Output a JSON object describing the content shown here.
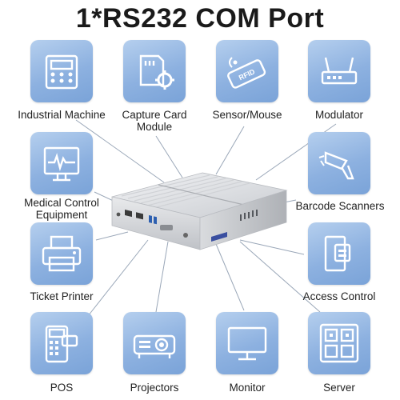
{
  "title": "1*RS232 COM Port",
  "colors": {
    "tile_top": "#b5cfee",
    "tile_bottom": "#7aa3d8",
    "icon": "#ffffff",
    "connector_line": "#9aa7b8",
    "text": "#222222"
  },
  "items": [
    {
      "label": "Industrial Machine",
      "label_line2": "",
      "icon": "industrial-machine-icon"
    },
    {
      "label": "Capture Card",
      "label_line2": "Module",
      "icon": "capture-card-icon"
    },
    {
      "label": "Sensor/Mouse",
      "label_line2": "",
      "icon": "rfid-sensor-icon"
    },
    {
      "label": "Modulator",
      "label_line2": "",
      "icon": "modulator-icon"
    },
    {
      "label": "Medical Control",
      "label_line2": "Equipment",
      "icon": "medical-monitor-icon"
    },
    {
      "label": "Barcode Scanners",
      "label_line2": "",
      "icon": "barcode-scanner-icon"
    },
    {
      "label": "Ticket Printer",
      "label_line2": "",
      "icon": "printer-icon"
    },
    {
      "label": "Access Control",
      "label_line2": "",
      "icon": "access-control-icon"
    },
    {
      "label": "POS",
      "label_line2": "",
      "icon": "pos-terminal-icon"
    },
    {
      "label": "Projectors",
      "label_line2": "",
      "icon": "projector-icon"
    },
    {
      "label": "Monitor",
      "label_line2": "",
      "icon": "monitor-icon"
    },
    {
      "label": "Server",
      "label_line2": "",
      "icon": "server-icon"
    }
  ],
  "device": {
    "name": "mini-pc",
    "icon": "mini-pc-device"
  }
}
